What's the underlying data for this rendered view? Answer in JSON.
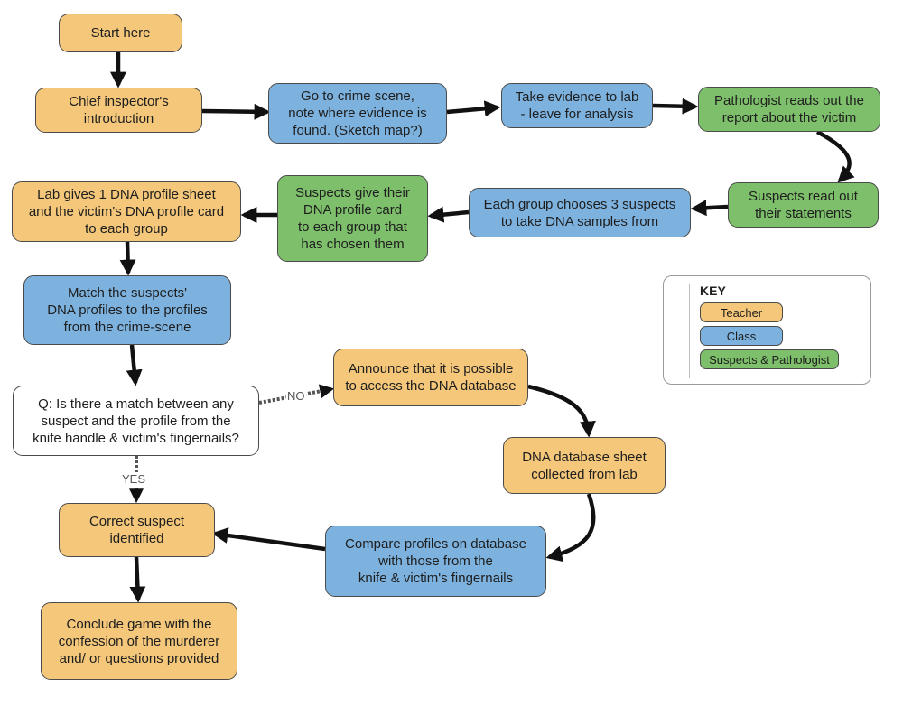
{
  "colors": {
    "teacher": "#f4c77a",
    "class": "#7db2df",
    "suspects_pathologist": "#7dbf6a",
    "question": "#ffffff",
    "arrow": "#111111"
  },
  "nodes": {
    "start": "Start here",
    "intro": "Chief inspector's\nintroduction",
    "crime_scene": "Go to crime scene,\nnote where evidence is\nfound. (Sketch map?)",
    "evidence_lab": "Take evidence to lab\n- leave for analysis",
    "pathologist": "Pathologist reads out the\nreport about the victim",
    "statements": "Suspects read out\ntheir statements",
    "choose": "Each group chooses 3 suspects\nto take DNA samples from",
    "give_card": "Suspects give their\nDNA profile card\nto each group that\nhas chosen them",
    "lab_sheet": "Lab gives 1 DNA profile sheet\nand the victim's DNA profile card\nto each group",
    "match": "Match the suspects'\nDNA profiles to the profiles\nfrom the crime-scene",
    "question": "Q: Is there a match between any\nsuspect and the profile from the\nknife handle & victim's fingernails?",
    "announce": "Announce that it is possible\nto access the DNA database",
    "db_sheet": "DNA database sheet\ncollected from lab",
    "compare": "Compare profiles on database\nwith those from the\nknife & victim's fingernails",
    "correct": "Correct suspect\nidentified",
    "conclude": "Conclude game with the\nconfession of the murderer\nand/ or questions provided"
  },
  "edge_labels": {
    "no": "NO",
    "yes": "YES"
  },
  "key": {
    "title": "KEY",
    "teacher": "Teacher",
    "class": "Class",
    "suspects_pathologist": "Suspects & Pathologist"
  }
}
